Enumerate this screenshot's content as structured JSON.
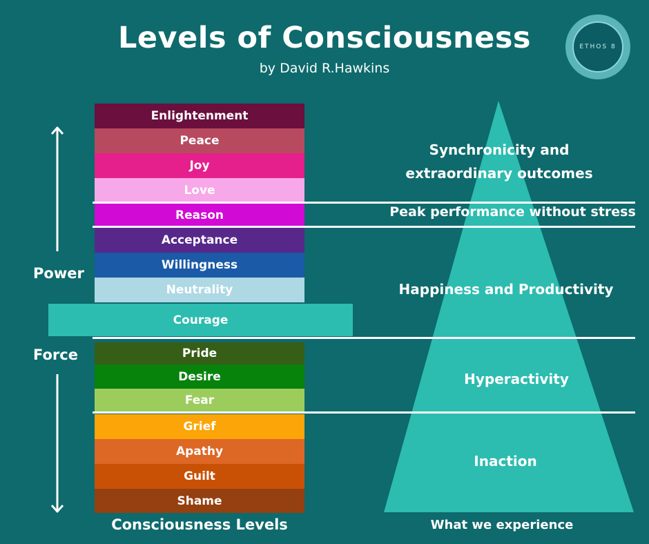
{
  "header": {
    "title": "Levels of Consciousness",
    "subtitle": "by David R.Hawkins",
    "logo_text": "ETHOS 8"
  },
  "levels": [
    {
      "label": "Enlightenment",
      "color": "#6b0f3e"
    },
    {
      "label": "Peace",
      "color": "#b84a5f"
    },
    {
      "label": "Joy",
      "color": "#e51f8b"
    },
    {
      "label": "Love",
      "color": "#f7a8e8"
    },
    {
      "label": "Reason",
      "color": "#d10ad6"
    },
    {
      "label": "Acceptance",
      "color": "#57288a"
    },
    {
      "label": "Willingness",
      "color": "#1a5aa6"
    },
    {
      "label": "Neutrality",
      "color": "#add8e4"
    },
    {
      "label": "Courage",
      "color": "#2dbcb0"
    },
    {
      "label": "Pride",
      "color": "#375e16"
    },
    {
      "label": "Desire",
      "color": "#07830c"
    },
    {
      "label": "Fear",
      "color": "#9ccd5c"
    },
    {
      "label": "Grief",
      "color": "#fca508"
    },
    {
      "label": "Apathy",
      "color": "#dd6725"
    },
    {
      "label": "Guilt",
      "color": "#c85106"
    },
    {
      "label": "Shame",
      "color": "#954010"
    }
  ],
  "sides": {
    "power": "Power",
    "force": "Force"
  },
  "experiences": {
    "synchronicity_line1": "Synchronicity and",
    "synchronicity_line2": "extraordinary outcomes",
    "peak": "Peak performance without stress",
    "happiness": "Happiness and Productivity",
    "hyperactivity": "Hyperactivity",
    "inaction": "Inaction"
  },
  "footer": {
    "left": "Consciousness Levels",
    "right": "What we experience"
  },
  "colors": {
    "background": "#0e6a6c",
    "pyramid": "#2dbcb0"
  }
}
